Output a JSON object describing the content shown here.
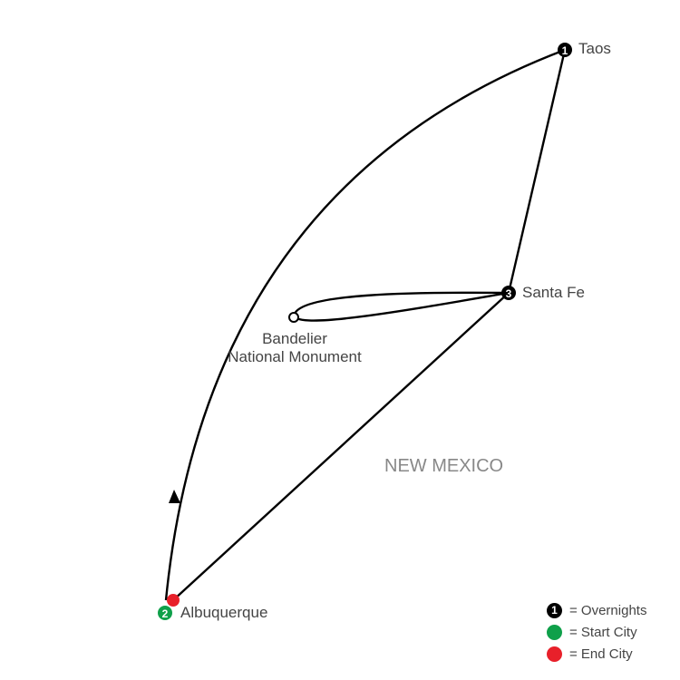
{
  "map": {
    "region_label": "NEW MEXICO",
    "cities": [
      {
        "name": "Taos",
        "overnights": "1"
      },
      {
        "name": "Santa Fe",
        "overnights": "3"
      },
      {
        "name": "Albuquerque",
        "overnights": "2"
      }
    ],
    "stops": [
      {
        "name_line1": "Bandelier",
        "name_line2": "National Monument"
      }
    ]
  },
  "legend": {
    "overnights_sample": "1",
    "overnights_label": "= Overnights",
    "start_label": "= Start City",
    "end_label": "= End City"
  },
  "colors": {
    "start": "#0fa04a",
    "end": "#e8202a",
    "route": "#000000"
  }
}
